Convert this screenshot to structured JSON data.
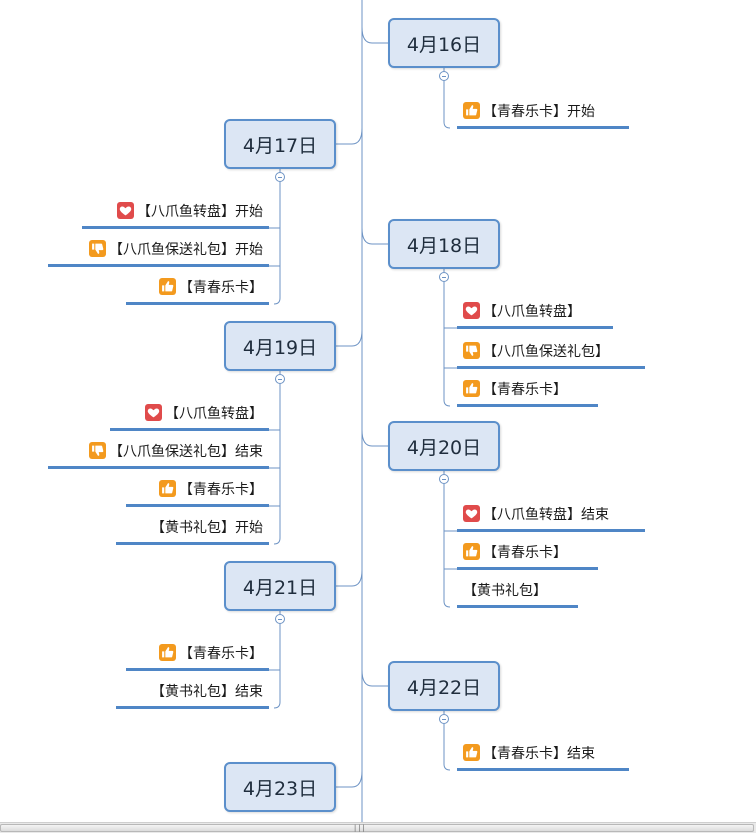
{
  "accent": "#4f86c6",
  "dates": [
    {
      "id": "d16",
      "label": "4月16日",
      "side": "right",
      "topics": [
        {
          "icon": "thumbs-up-icon",
          "text": "【青春乐卡】开始"
        }
      ]
    },
    {
      "id": "d17",
      "label": "4月17日",
      "side": "left",
      "topics": [
        {
          "icon": "heart-icon",
          "text": "【八爪鱼转盘】开始"
        },
        {
          "icon": "thumbs-down-icon",
          "text": "【八爪鱼保送礼包】开始"
        },
        {
          "icon": "thumbs-up-icon",
          "text": "【青春乐卡】"
        }
      ]
    },
    {
      "id": "d18",
      "label": "4月18日",
      "side": "right",
      "topics": [
        {
          "icon": "heart-icon",
          "text": "【八爪鱼转盘】"
        },
        {
          "icon": "thumbs-down-icon",
          "text": "【八爪鱼保送礼包】"
        },
        {
          "icon": "thumbs-up-icon",
          "text": "【青春乐卡】"
        }
      ]
    },
    {
      "id": "d19",
      "label": "4月19日",
      "side": "left",
      "topics": [
        {
          "icon": "heart-icon",
          "text": "【八爪鱼转盘】"
        },
        {
          "icon": "thumbs-down-icon",
          "text": "【八爪鱼保送礼包】结束"
        },
        {
          "icon": "thumbs-up-icon",
          "text": "【青春乐卡】"
        },
        {
          "icon": "",
          "text": "【黄书礼包】开始"
        }
      ]
    },
    {
      "id": "d20",
      "label": "4月20日",
      "side": "right",
      "topics": [
        {
          "icon": "heart-icon",
          "text": "【八爪鱼转盘】结束"
        },
        {
          "icon": "thumbs-up-icon",
          "text": "【青春乐卡】"
        },
        {
          "icon": "",
          "text": "【黄书礼包】"
        }
      ]
    },
    {
      "id": "d21",
      "label": "4月21日",
      "side": "left",
      "topics": [
        {
          "icon": "thumbs-up-icon",
          "text": "【青春乐卡】"
        },
        {
          "icon": "",
          "text": "【黄书礼包】结束"
        }
      ]
    },
    {
      "id": "d22",
      "label": "4月22日",
      "side": "right",
      "topics": [
        {
          "icon": "thumbs-up-icon",
          "text": "【青春乐卡】结束"
        }
      ]
    },
    {
      "id": "d23",
      "label": "4月23日",
      "side": "left",
      "topics": []
    }
  ]
}
